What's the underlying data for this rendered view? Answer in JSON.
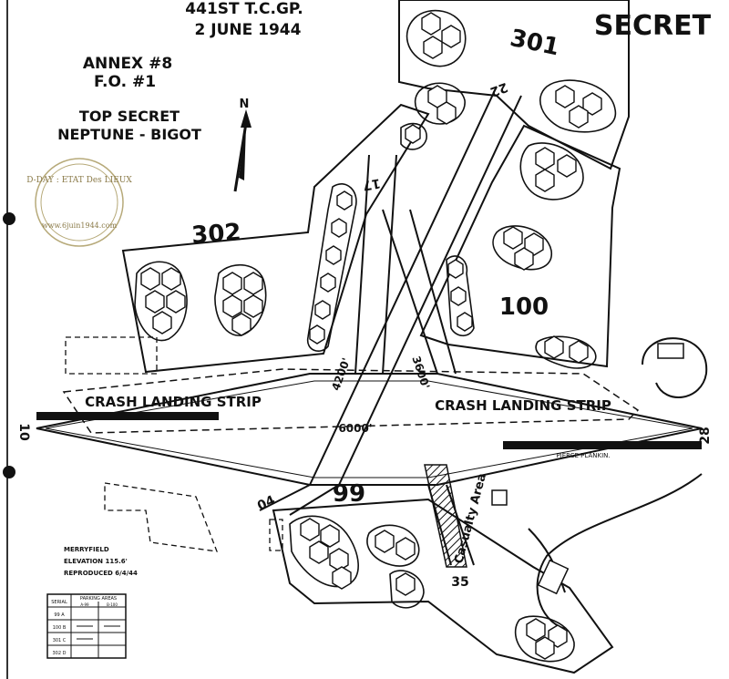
{
  "header": {
    "unit": "441ST T.C.GP.",
    "date": "2 JUNE 1944",
    "classification": "SECRET",
    "annex": "ANNEX #8",
    "field_order": "F.O. #1",
    "security": "TOP SECRET",
    "codeword": "NEPTUNE - BIGOT"
  },
  "north_label": "N",
  "stamp": {
    "outer_text": "D-DAY : ETAT Des LIEUX",
    "inner_text": "www.6juin1944.com"
  },
  "areas": {
    "a301": "301",
    "a302": "302",
    "a100": "100",
    "a99": "99"
  },
  "runways": {
    "r22": "22",
    "r17": "17",
    "r10": "10",
    "r28": "28",
    "r04": "04",
    "r35": "35"
  },
  "lengths": {
    "l4200": "4200'",
    "l3600": "3600'",
    "l6000": "6000'"
  },
  "strips": {
    "left": "CRASH LANDING STRIP",
    "right": "CRASH LANDING STRIP"
  },
  "casualty": "Casualty Area",
  "pierce": "PIERCE PLANKIN.",
  "field_info": {
    "line1": "MERRYFIELD",
    "line2": "ELEVATION 115.6'",
    "line3": "REPRODUCED 6/4/44"
  },
  "legend": {
    "col1": "SERIAL",
    "col2": "PARKING AREAS",
    "sub1": "A-99",
    "sub2": "B-100",
    "rows": [
      "99 A",
      "100 B",
      "301 C",
      "302 D"
    ]
  },
  "colors": {
    "ink": "#111111",
    "paper": "#ffffff",
    "stamp": "#8a7a48"
  }
}
